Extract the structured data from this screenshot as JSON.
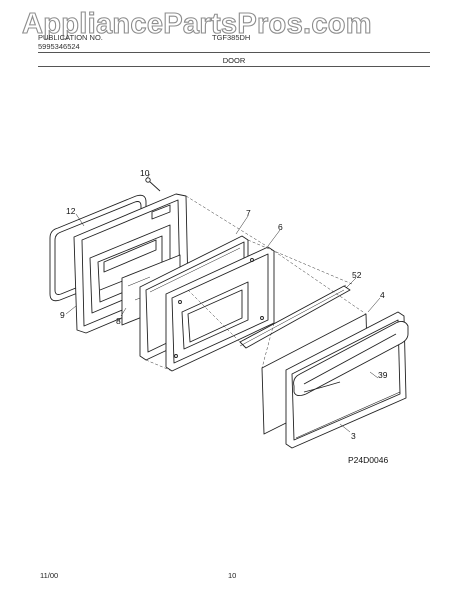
{
  "watermark": "AppliancePartsPros.com",
  "header": {
    "left_line1": "PUBLICATION NO.",
    "left_line2": "5995346524",
    "model": "TGF385DH"
  },
  "section_title": "DOOR",
  "callouts": {
    "c10": "10",
    "c12": "12",
    "c7": "7",
    "c6": "6",
    "c9": "9",
    "c8": "8",
    "c52": "52",
    "c4": "4",
    "c39": "39",
    "c3": "3"
  },
  "diagram_code": "P24D0046",
  "footer": {
    "date": "11/00",
    "page": "10"
  }
}
